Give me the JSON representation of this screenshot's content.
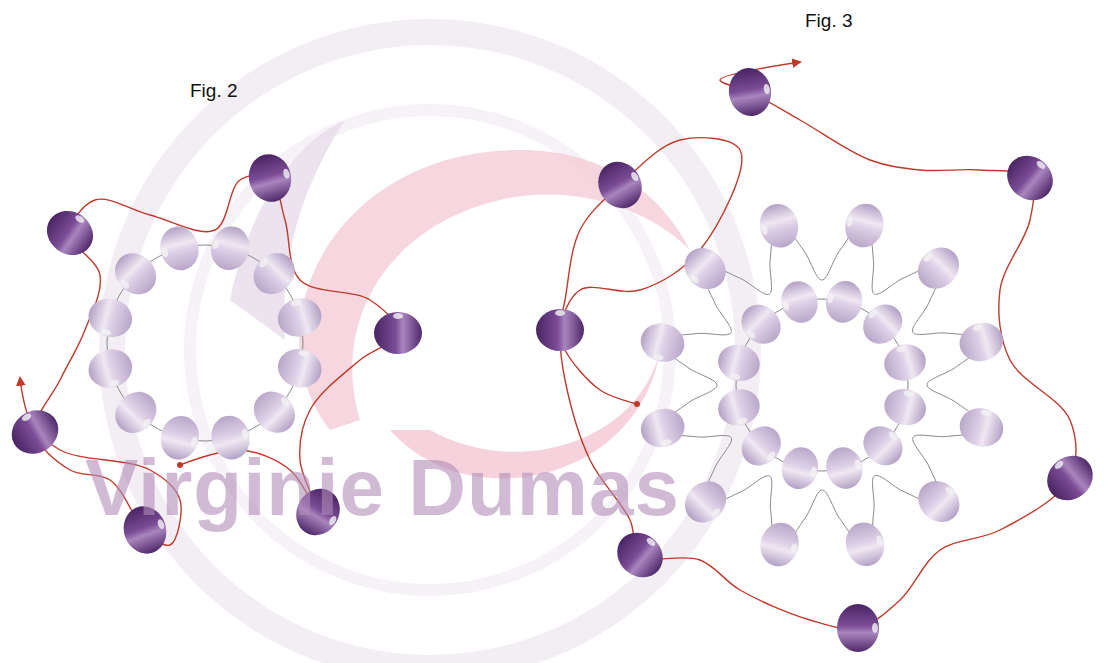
{
  "diagram": {
    "labels": [
      "Fig. 2",
      "Fig. 3",
      "Virginie Dumas"
    ]
  }
}
